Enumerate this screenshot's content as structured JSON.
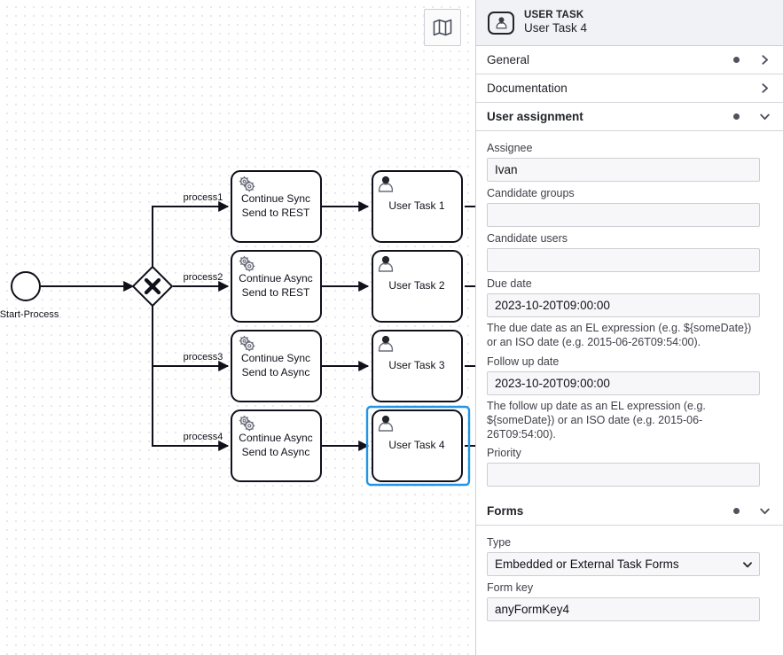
{
  "canvas": {
    "minimap_button_icon": "map-icon",
    "start_event": {
      "label": "Start-Process"
    },
    "gateway": {
      "symbol": "X",
      "type": "exclusive-gateway"
    },
    "flows": [
      {
        "label": "process1"
      },
      {
        "label": "process2"
      },
      {
        "label": "process3"
      },
      {
        "label": "process4"
      }
    ],
    "service_tasks": [
      {
        "line1": "Continue Sync",
        "line2": "Send to REST",
        "icon": "gears-icon"
      },
      {
        "line1": "Continue Async",
        "line2": "Send to REST",
        "icon": "gears-icon"
      },
      {
        "line1": "Continue Sync",
        "line2": "Send to Async",
        "icon": "gears-icon"
      },
      {
        "line1": "Continue Async",
        "line2": "Send to Async",
        "icon": "gears-icon"
      }
    ],
    "user_tasks": [
      {
        "label": "User Task 1",
        "icon": "user-icon",
        "selected": false
      },
      {
        "label": "User Task 2",
        "icon": "user-icon",
        "selected": false
      },
      {
        "label": "User Task 3",
        "icon": "user-icon",
        "selected": false
      },
      {
        "label": "User Task 4",
        "icon": "user-icon",
        "selected": true
      }
    ],
    "selection_color": "#2394e8"
  },
  "panel": {
    "header": {
      "icon": "user-task-icon",
      "type": "USER TASK",
      "name": "User Task 4"
    },
    "groups": [
      {
        "title": "General",
        "dot": true,
        "expanded": false,
        "chevron": "chevron-right-icon"
      },
      {
        "title": "Documentation",
        "dot": false,
        "expanded": false,
        "chevron": "chevron-right-icon"
      },
      {
        "title": "User assignment",
        "dot": true,
        "expanded": true,
        "chevron": "chevron-down-icon"
      },
      {
        "title": "Forms",
        "dot": true,
        "expanded": true,
        "chevron": "chevron-down-icon"
      }
    ],
    "user_assignment": {
      "assignee": {
        "label": "Assignee",
        "value": "Ivan",
        "placeholder": ""
      },
      "candidate_groups": {
        "label": "Candidate groups",
        "value": "",
        "placeholder": ""
      },
      "candidate_users": {
        "label": "Candidate users",
        "value": "",
        "placeholder": ""
      },
      "due_date": {
        "label": "Due date",
        "value": "2023-10-20T09:00:00",
        "placeholder": "",
        "help": "The due date as an EL expression (e.g. ${someDate}) or an ISO date (e.g. 2015-06-26T09:54:00)."
      },
      "follow_up_date": {
        "label": "Follow up date",
        "value": "2023-10-20T09:00:00",
        "placeholder": "",
        "help": "The follow up date as an EL expression (e.g. ${someDate}) or an ISO date (e.g. 2015-06-26T09:54:00)."
      },
      "priority": {
        "label": "Priority",
        "value": "",
        "placeholder": ""
      }
    },
    "forms": {
      "type": {
        "label": "Type",
        "value": "Embedded or External Task Forms",
        "options": [
          "Embedded or External Task Forms"
        ]
      },
      "form_key": {
        "label": "Form key",
        "value": "anyFormKey4",
        "placeholder": ""
      }
    }
  }
}
